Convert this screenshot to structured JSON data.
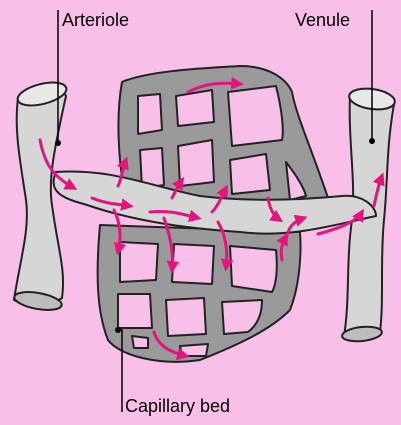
{
  "labels": {
    "arteriole": "Arteriole",
    "venule": "Venule",
    "capillary_bed": "Capillary bed"
  },
  "colors": {
    "background": "#f8bfe9",
    "vessel_fill": "#d6d6d6",
    "capillary_fill": "#9a9a9a",
    "flow_arrow": "#e4137f",
    "outline": "#222222"
  }
}
